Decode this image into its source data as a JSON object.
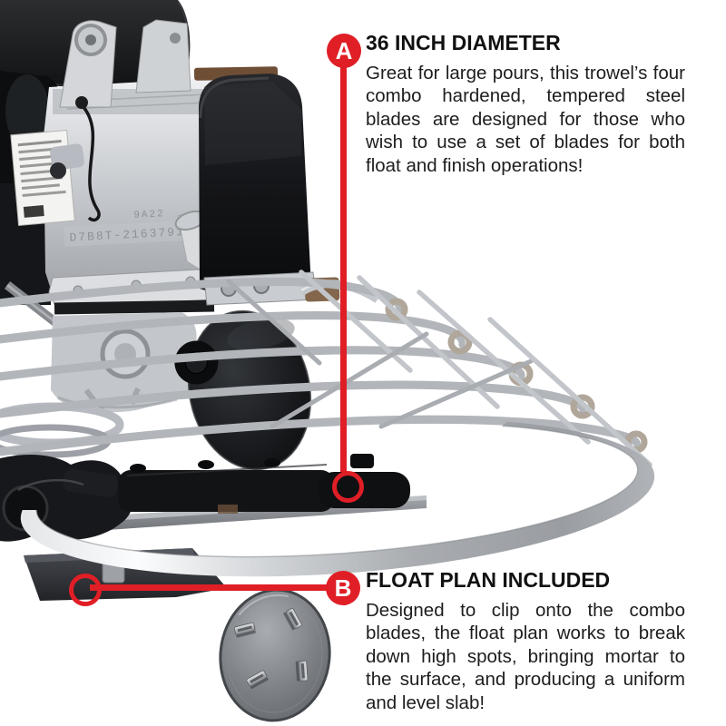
{
  "accent": {
    "red": "#e01e26"
  },
  "callouts": {
    "a": {
      "label": "A",
      "title": "36 INCH DIAMETER",
      "body": "Great for large pours, this trowel’s four combo hardened, tempered steel blades are designed for those who wish to use a set of blades for both float and finish operations!"
    },
    "b": {
      "label": "B",
      "title": "FLOAT PLAN INCLUDED",
      "body": "Designed to clip onto the combo blades, the float plan works to break down high spots, bringing mortar to the surface, and producing a uniform and level slab!"
    }
  },
  "product": {
    "engine_stamp_line1": "9A22",
    "engine_stamp_line2": "D7B8T-2163791"
  }
}
